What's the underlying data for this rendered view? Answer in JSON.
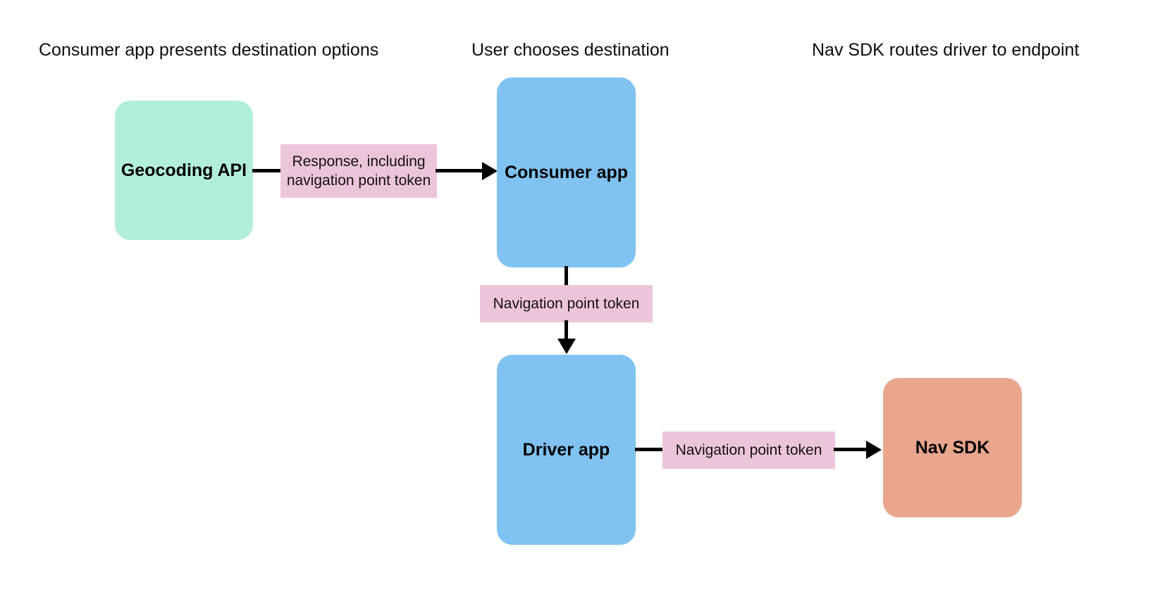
{
  "diagram": {
    "background_color": "#ffffff",
    "column_headers": [
      {
        "label": "Consumer app presents destination options"
      },
      {
        "label": "User chooses destination"
      },
      {
        "label": "Nav SDK routes driver to endpoint"
      }
    ],
    "nodes": [
      {
        "id": "geocoding-api",
        "label": "Geocoding API",
        "color": "#b2eedc"
      },
      {
        "id": "consumer-app",
        "label": "Consumer app",
        "color": "#80c3f2"
      },
      {
        "id": "driver-app",
        "label": "Driver app",
        "color": "#80c3f2"
      },
      {
        "id": "nav-sdk",
        "label": "Nav SDK",
        "color": "#e9a68d"
      }
    ],
    "edge_labels": [
      {
        "id": "response-label",
        "label": "Response, including navigation point token",
        "color": "#edc5db"
      },
      {
        "id": "nav-token-vertical-label",
        "label": "Navigation point token",
        "color": "#edc5db"
      },
      {
        "id": "nav-token-horizontal-label",
        "label": "Navigation point token",
        "color": "#edc5db"
      }
    ],
    "edges": [
      {
        "id": "geocoding-to-consumer",
        "from": "geocoding-api",
        "to": "consumer-app",
        "direction": "right"
      },
      {
        "id": "consumer-to-driver",
        "from": "consumer-app",
        "to": "driver-app",
        "direction": "down"
      },
      {
        "id": "driver-to-navsdk",
        "from": "driver-app",
        "to": "nav-sdk",
        "direction": "right"
      }
    ]
  }
}
